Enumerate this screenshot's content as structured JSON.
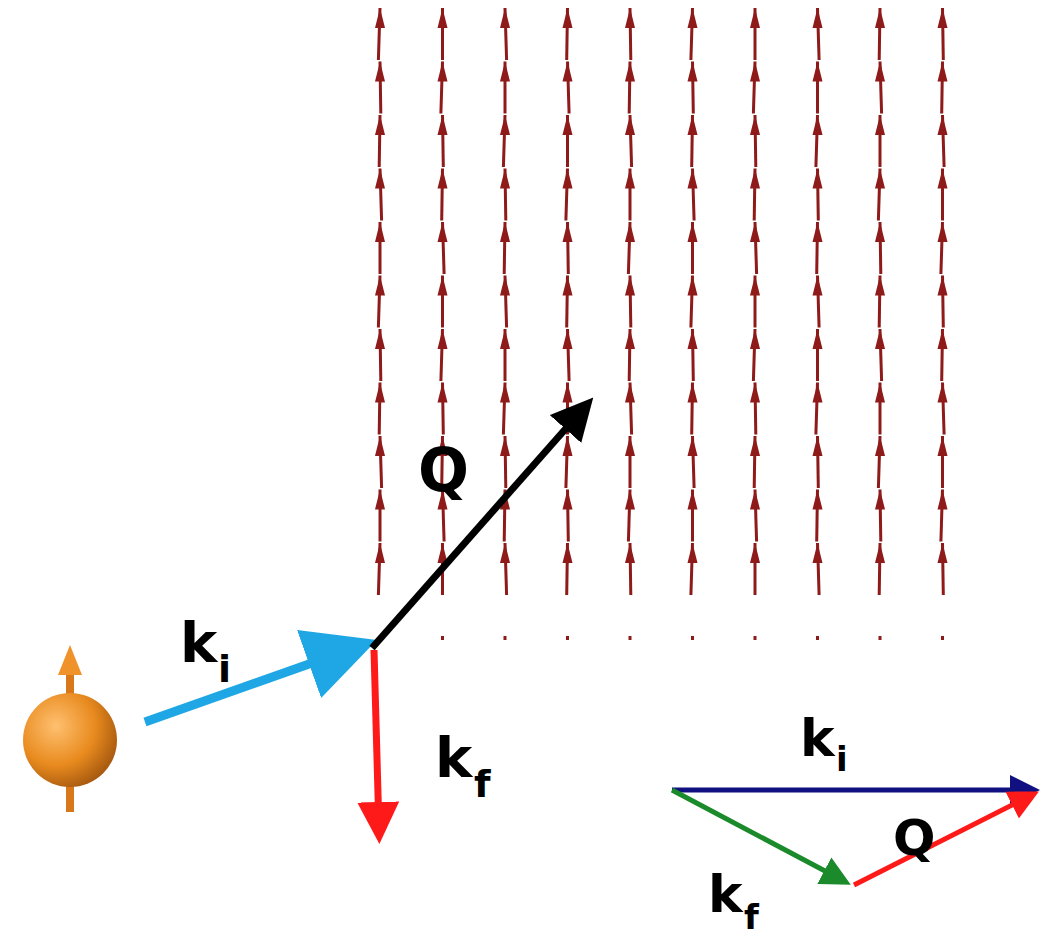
{
  "diagram": {
    "labels": [
      "Q",
      "k",
      "i",
      "k",
      "f",
      "k",
      "i",
      "Q",
      "k",
      "f"
    ]
  }
}
